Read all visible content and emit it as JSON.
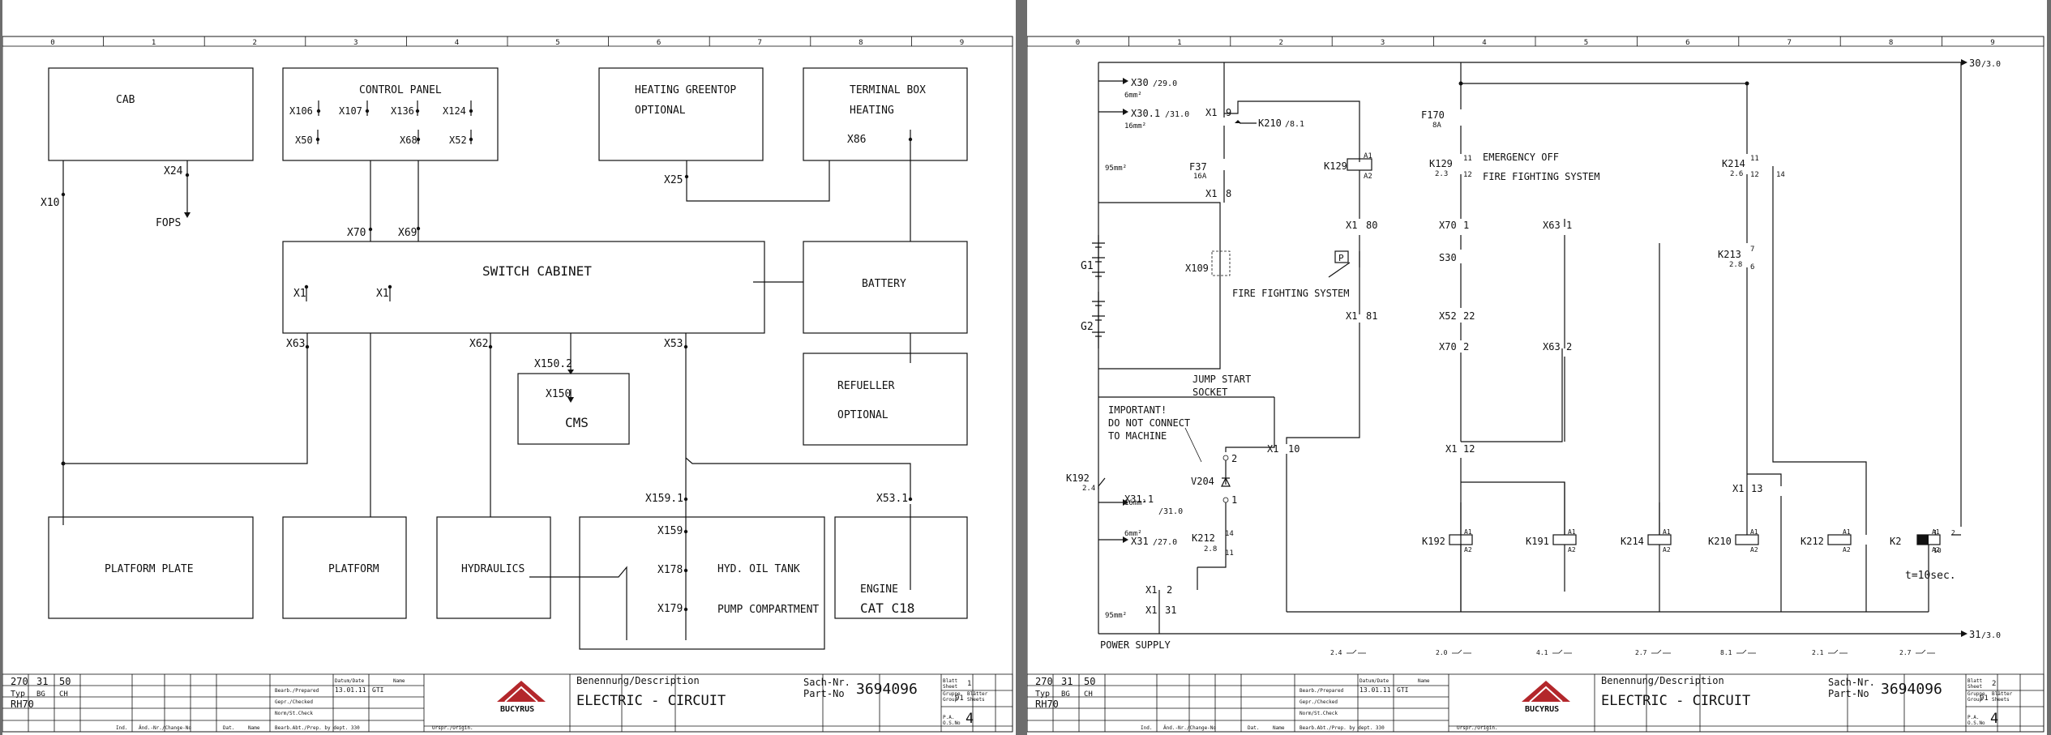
{
  "ruler_numbers": [
    "0",
    "1",
    "2",
    "3",
    "4",
    "5",
    "6",
    "7",
    "8",
    "9"
  ],
  "sheet1": {
    "blocks": {
      "cab": "CAB",
      "control_panel": "CONTROL PANEL",
      "heating_line1": "HEATING   GREENTOP",
      "heating_line2": "OPTIONAL",
      "terminal_line1": "TERMINAL BOX",
      "terminal_line2": "HEATING",
      "switch_cabinet": "SWITCH CABINET",
      "battery": "BATTERY",
      "refueller_line1": "REFUELLER",
      "refueller_line2": "OPTIONAL",
      "cms": "CMS",
      "platform_plate": "PLATFORM PLATE",
      "platform": "PLATFORM",
      "hydraulics": "HYDRAULICS",
      "hyd_oil_tank": "HYD. OIL TANK",
      "pump_compartment": "PUMP COMPARTMENT",
      "engine": "ENGINE",
      "cat_c18": "CAT C18",
      "fops": "FOPS"
    },
    "connectors": {
      "x10": "X10",
      "x24": "X24",
      "x106": "X106",
      "x107": "X107",
      "x136": "X136",
      "x124": "X124",
      "x50": "X50",
      "x68": "X68",
      "x52": "X52",
      "x25": "X25",
      "x86": "X86",
      "x70": "X70",
      "x69": "X69",
      "x1a": "X1",
      "x1b": "X1",
      "x63": "X63",
      "x62": "X62",
      "x150_2": "X150.2",
      "x150": "X150",
      "x53": "X53",
      "x159_1": "X159.1",
      "x53_1": "X53.1",
      "x159": "X159",
      "x178": "X178",
      "x179": "X179"
    }
  },
  "sheet2": {
    "labels": {
      "x30": "X30",
      "x30_ref": "/29.0",
      "x30_1": "X30.1",
      "x30_1_ref": "/31.0",
      "rail30": "30",
      "rail30_ref": "/3.0",
      "rail31": "31",
      "rail31_ref": "/3.0",
      "mm6a": "6mm²",
      "mm16a": "16mm²",
      "mm95a": "95mm²",
      "mm16b": "16mm²",
      "mm6b": "6mm²",
      "mm95b": "95mm²",
      "x1_9": "X1",
      "n9": "9",
      "k210_arrow": "K210",
      "k210_arrow_ref": "/8.1",
      "f37": "F37",
      "f37_amp": "16A",
      "x1_8": "X1",
      "n8": "8",
      "f170": "F170",
      "f170_amp": "8A",
      "k129a": "K129",
      "a1": "A1",
      "a2": "A2",
      "k129b": "K129",
      "k129b_ref": "2.3",
      "n11": "11",
      "n12": "12",
      "emergency_off": "EMERGENCY OFF",
      "fire_fighting1": "FIRE FIGHTING SYSTEM",
      "k214_top": "K214",
      "k214_top_ref": "2.6",
      "n11b": "11",
      "n12b": "12",
      "n14": "14",
      "x1_80": "X1",
      "n80": "80",
      "x70_1": "X70",
      "n1": "1",
      "x63_1": "X63",
      "n1b": "1",
      "k213": "K213",
      "k213_ref": "2.8",
      "n7": "7",
      "n6": "6",
      "g1": "G1",
      "g2": "G2",
      "x109": "X109",
      "p": "P",
      "fire_fighting2": "FIRE FIGHTING SYSTEM",
      "s30": "S30",
      "x1_81": "X1",
      "n81": "81",
      "x52_22": "X52",
      "n22": "22",
      "x70_2": "X70",
      "n2": "2",
      "x63_2": "X63",
      "n2b": "2",
      "jump1": "JUMP START",
      "jump2": "SOCKET",
      "important1": "IMPORTANT!",
      "important2": "DO NOT CONNECT",
      "important3": "TO MACHINE",
      "x1_10": "X1",
      "n10": "10",
      "x1_12": "X1",
      "n12c": "12",
      "n2c": "2",
      "v204": "V204",
      "n1c": "1",
      "k192": "K192",
      "k192_ref": "2.4",
      "x31_1": "X31.1",
      "x31_1_ref": "/31.0",
      "x31": "X31",
      "x31_ref": "/27.0",
      "k212a": "K212",
      "k212a_ref": "2.8",
      "n14b": "14",
      "n11c": "11",
      "x1_13": "X1",
      "n13": "13",
      "k192b": "K192",
      "k191": "K191",
      "k214b": "K214",
      "k210b": "K210",
      "k212b": "K212",
      "k2": "K2",
      "x1_2": "X1",
      "n2d": "2",
      "x1_31": "X1",
      "n31": "31",
      "timer": "t=10sec.",
      "n1d": "1",
      "n2e": "2",
      "n10b": "10",
      "power_supply": "POWER SUPPLY",
      "x_refs": [
        "2.4",
        "2.0",
        "4.1",
        "2.7",
        "8.1",
        "2.1",
        "2.7"
      ]
    }
  },
  "titleblock": {
    "code1": "270",
    "code2": "31",
    "code3": "50",
    "typ_label": "Typ",
    "typ1": "BG",
    "typ2": "CH",
    "model": "RH70",
    "ind": "Ind.",
    "change": "Änd.-Nr./Change-No",
    "dat": "Dat.",
    "name": "Name",
    "datum": "Datum/Date",
    "name2": "Name",
    "bearb": "Bearb./Prepared",
    "date": "13.01.11",
    "initials": "GTI",
    "gepr": "Gepr./Checked",
    "norm": "Norm/St.Check",
    "abt": "Bearb.Abt./Prep. by dept.  330",
    "urspr": "Urspr./Origin.",
    "logo": "BUCYRUS",
    "benennung": "Benennung/Description",
    "description": "ELECTRIC - CIRCUIT",
    "sach_nr": "Sach-Nr.",
    "part_no": "Part-No",
    "part_number": "3694096",
    "blatt": "Blatt",
    "sheet_word": "Sheet",
    "sheet1": "1",
    "sheet2": "2",
    "gruppe": "Gruppe",
    "group": "Group",
    "group_no": "91",
    "blaetter": "Blätter",
    "sheets": "Sheets",
    "pa": "P.A.",
    "osno": "O.S.No",
    "os_number": "4"
  }
}
